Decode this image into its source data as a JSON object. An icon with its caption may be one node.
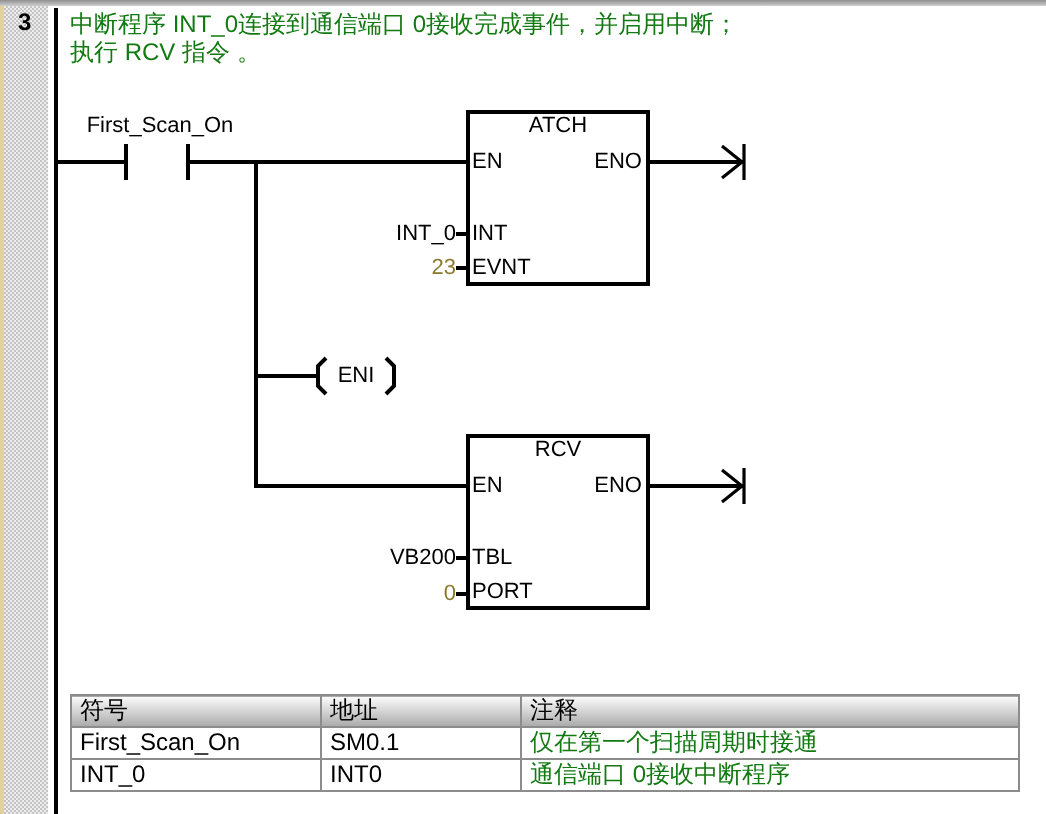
{
  "diagram": {
    "nodes": [
      {
        "text": [
          "First_Scan_On"
        ]
      },
      {
        "text": [
          "ATCH",
          "EN",
          "ENO",
          "INT",
          "EVNT"
        ]
      },
      {
        "text": [
          "INT_0"
        ]
      },
      {
        "text": [
          "23"
        ]
      },
      {
        "text": [
          "ENI"
        ]
      },
      {
        "text": [
          "RCV",
          "EN",
          "ENO",
          "TBL",
          "PORT"
        ]
      },
      {
        "text": [
          "VB200"
        ]
      },
      {
        "text": [
          "0"
        ]
      }
    ],
    "edges": [
      {
        "from": null,
        "to": 0,
        "arrow": "none"
      },
      {
        "from": 0,
        "to": 1,
        "arrow": "none"
      },
      {
        "from": 2,
        "to": 1,
        "arrow": "none"
      },
      {
        "from": 3,
        "to": 1,
        "arrow": "none"
      },
      {
        "from": 1,
        "to": null,
        "arrow": "to"
      },
      {
        "from": 0,
        "to": 4,
        "arrow": "none"
      },
      {
        "from": 0,
        "to": 5,
        "arrow": "none"
      },
      {
        "from": 6,
        "to": 5,
        "arrow": "none"
      },
      {
        "from": 7,
        "to": 5,
        "arrow": "none"
      },
      {
        "from": 5,
        "to": null,
        "arrow": "to"
      }
    ],
    "labels": [
      "3",
      "中断程序 INT_0连接到通信端口 0接收完成事件，并启用中断；",
      "执行 RCV 指令 。",
      "符号",
      "地址",
      "注释",
      "First_Scan_On",
      "SM0.1",
      "仅在第一个扫描周期时接通",
      "INT_0",
      "INT0",
      "通信端口 0接收中断程序"
    ]
  }
}
